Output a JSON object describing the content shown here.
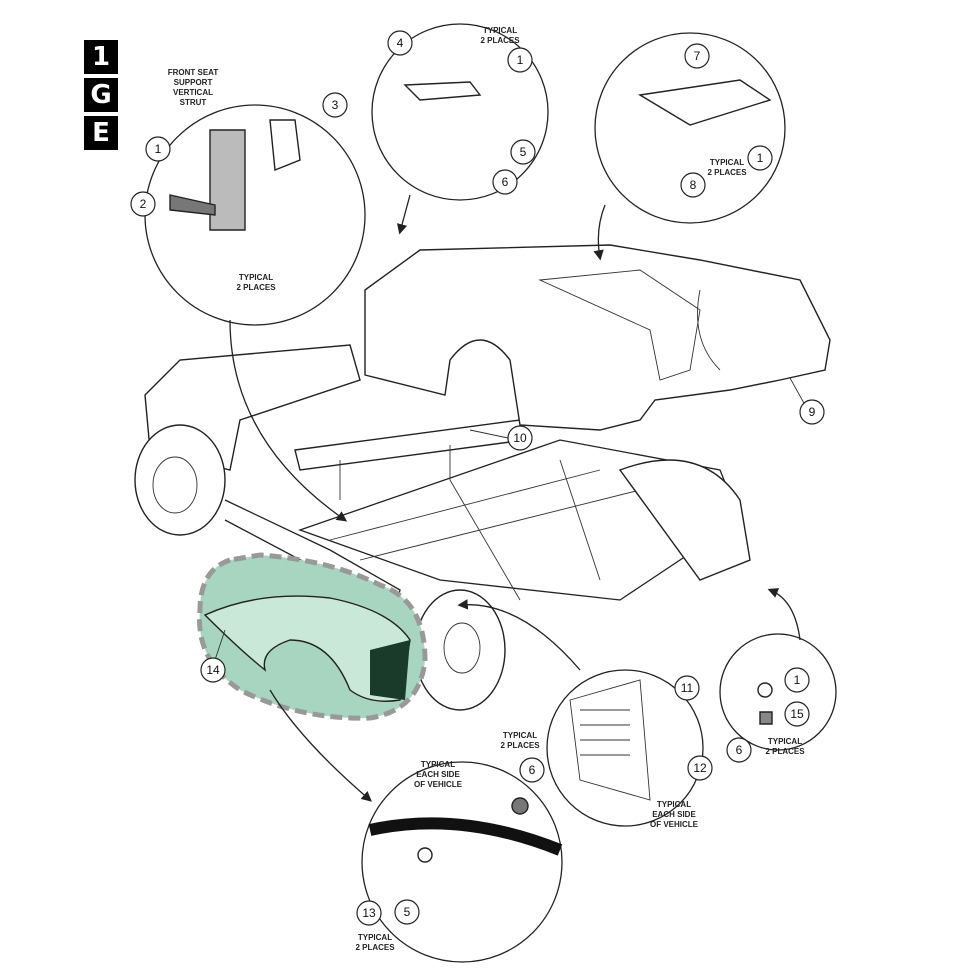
{
  "section_badge": [
    "1",
    "G",
    "E"
  ],
  "notes": {
    "front_seat": [
      "FRONT SEAT",
      "SUPPORT",
      "VERTICAL",
      "STRUT"
    ],
    "typical_2_places": [
      "TYPICAL",
      "2 PLACES"
    ],
    "typical_each_side": [
      "TYPICAL",
      "EACH SIDE",
      "OF VEHICLE"
    ]
  },
  "callouts": {
    "c1a": "1",
    "c2": "2",
    "c3": "3",
    "c4": "4",
    "c1b": "1",
    "c5a": "5",
    "c6a": "6",
    "c7": "7",
    "c8": "8",
    "c1c": "1",
    "c9": "9",
    "c10": "10",
    "c14": "14",
    "c11": "11",
    "c12": "12",
    "c1d": "1",
    "c15": "15",
    "c6b": "6",
    "c6c": "6",
    "c13": "13",
    "c5b": "5"
  },
  "highlight_color": "#a8d5bf"
}
